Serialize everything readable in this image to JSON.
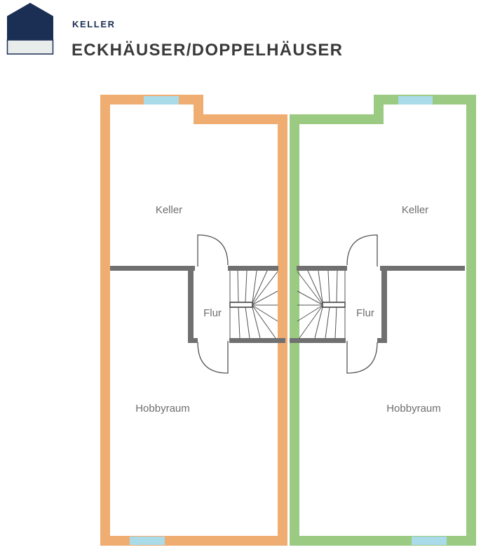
{
  "header": {
    "subtitle": "KELLER",
    "title": "ECKHÄUSER/DOPPELHÄUSER"
  },
  "left_unit": {
    "rooms": {
      "keller": "Keller",
      "flur": "Flur",
      "hobbyraum": "Hobbyraum"
    },
    "wall_color": "#f0ad72"
  },
  "right_unit": {
    "rooms": {
      "keller": "Keller",
      "flur": "Flur",
      "hobbyraum": "Hobbyraum"
    },
    "wall_color": "#9bcb82"
  },
  "colors": {
    "window": "#a9dbe9",
    "inner_wall": "#707070",
    "logo": "#1b2f55"
  }
}
